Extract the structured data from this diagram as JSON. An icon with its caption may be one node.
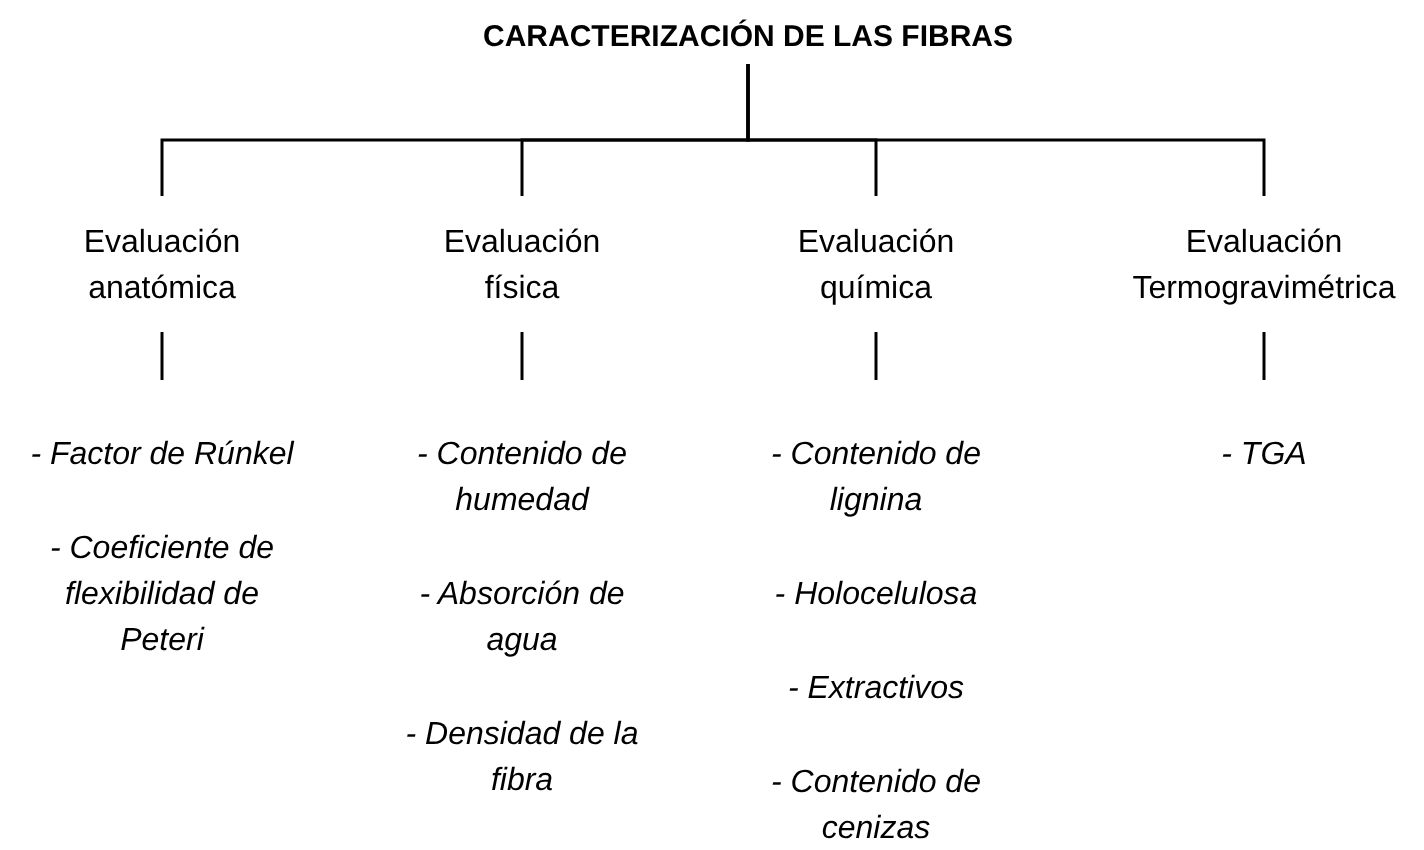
{
  "diagram": {
    "nodes": [
      {
        "text": [
          "CARACTERIZACIÓN DE LAS FIBRAS"
        ]
      },
      {
        "text": [
          "Evaluación anatómica"
        ]
      },
      {
        "text": [
          "Evaluación física"
        ]
      },
      {
        "text": [
          "Evaluación química"
        ]
      },
      {
        "text": [
          "Evaluación Termogravimétrica"
        ]
      },
      {
        "text": [
          "- Factor de Rúnkel",
          "- Coeficiente de flexibilidad de Peteri"
        ]
      },
      {
        "text": [
          "- Contenido de humedad",
          "- Absorción de agua",
          "- Densidad de la fibra"
        ]
      },
      {
        "text": [
          "- Contenido de lignina",
          "- Holocelulosa",
          "- Extractivos",
          "- Contenido de cenizas"
        ]
      },
      {
        "text": [
          "- TGA"
        ]
      }
    ],
    "edges": [
      {
        "from": 0,
        "to": 1,
        "arrow": "none"
      },
      {
        "from": 0,
        "to": 2,
        "arrow": "none"
      },
      {
        "from": 0,
        "to": 3,
        "arrow": "none"
      },
      {
        "from": 0,
        "to": 4,
        "arrow": "none"
      },
      {
        "from": 1,
        "to": 5,
        "arrow": "none"
      },
      {
        "from": 2,
        "to": 6,
        "arrow": "none"
      },
      {
        "from": 3,
        "to": 7,
        "arrow": "none"
      },
      {
        "from": 4,
        "to": 8,
        "arrow": "none"
      }
    ]
  }
}
